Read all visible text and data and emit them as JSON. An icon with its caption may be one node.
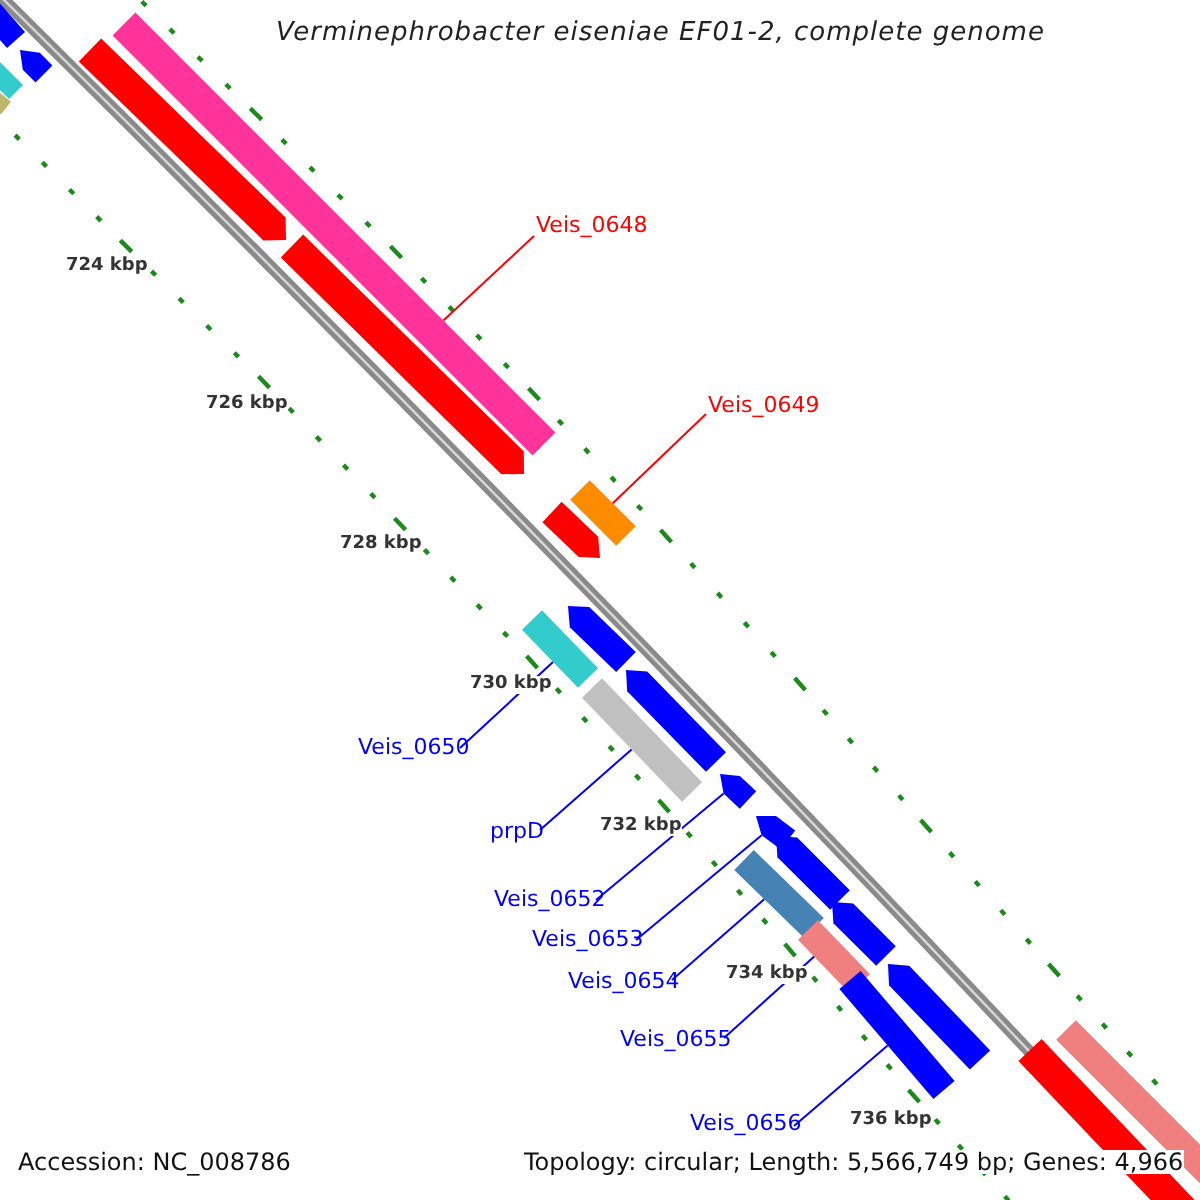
{
  "diagram": {
    "title": "Verminephrobacter eiseniae EF01-2, complete genome",
    "nodes": [
      {
        "text": [
          "Veis_0648"
        ]
      },
      {
        "text": [],
        "shape": "bar"
      },
      {
        "text": [
          "Veis_0649"
        ]
      },
      {
        "text": [],
        "shape": "bar"
      },
      {
        "text": [
          "Veis_0650"
        ]
      },
      {
        "text": [],
        "shape": "bar"
      },
      {
        "text": [
          "prpD"
        ]
      },
      {
        "text": [],
        "shape": "bar"
      },
      {
        "text": [
          "Veis_0652"
        ]
      },
      {
        "text": [],
        "shape": "bar"
      },
      {
        "text": [
          "Veis_0653"
        ]
      },
      {
        "text": [],
        "shape": "bar"
      },
      {
        "text": [
          "Veis_0654"
        ]
      },
      {
        "text": [],
        "shape": "bar"
      },
      {
        "text": [
          "Veis_0655"
        ]
      },
      {
        "text": [],
        "shape": "bar"
      },
      {
        "text": [
          "Veis_0656"
        ]
      },
      {
        "text": [],
        "shape": "bar"
      },
      {
        "text": [],
        "shape": "bar"
      },
      {
        "text": [],
        "shape": "bar"
      },
      {
        "text": [],
        "shape": "bar"
      },
      {
        "text": [],
        "shape": "bar"
      },
      {
        "text": [],
        "shape": "bar"
      },
      {
        "text": [],
        "shape": "bar"
      },
      {
        "text": [],
        "shape": "bar"
      },
      {
        "text": [],
        "shape": "bar"
      },
      {
        "text": [],
        "shape": "bar"
      },
      {
        "text": [],
        "shape": "bar"
      },
      {
        "text": [],
        "shape": "bar"
      },
      {
        "text": [],
        "shape": "bar"
      },
      {
        "text": [],
        "shape": "bar"
      },
      {
        "text": [],
        "shape": "bar"
      }
    ],
    "edges": [
      {
        "from": 0,
        "to": 1,
        "arrow": "none",
        "color": "#ff0000"
      },
      {
        "from": 2,
        "to": 3,
        "arrow": "none",
        "color": "#ff0000"
      },
      {
        "from": 4,
        "to": 5,
        "arrow": "none"
      },
      {
        "from": 6,
        "to": 7,
        "arrow": "none"
      },
      {
        "from": 8,
        "to": 9,
        "arrow": "none"
      },
      {
        "from": 10,
        "to": 11,
        "arrow": "none"
      },
      {
        "from": 12,
        "to": 13,
        "arrow": "none"
      },
      {
        "from": 14,
        "to": 15,
        "arrow": "none"
      },
      {
        "from": 16,
        "to": 17,
        "arrow": "none"
      }
    ],
    "labels": [
      "724 kbp",
      "726 kbp",
      "728 kbp",
      "730 kbp",
      "732 kbp",
      "734 kbp",
      "736 kbp",
      "Accession: NC_008786",
      "Topology: circular; Length: 5,566,749 bp; Genes: 4,966"
    ]
  }
}
